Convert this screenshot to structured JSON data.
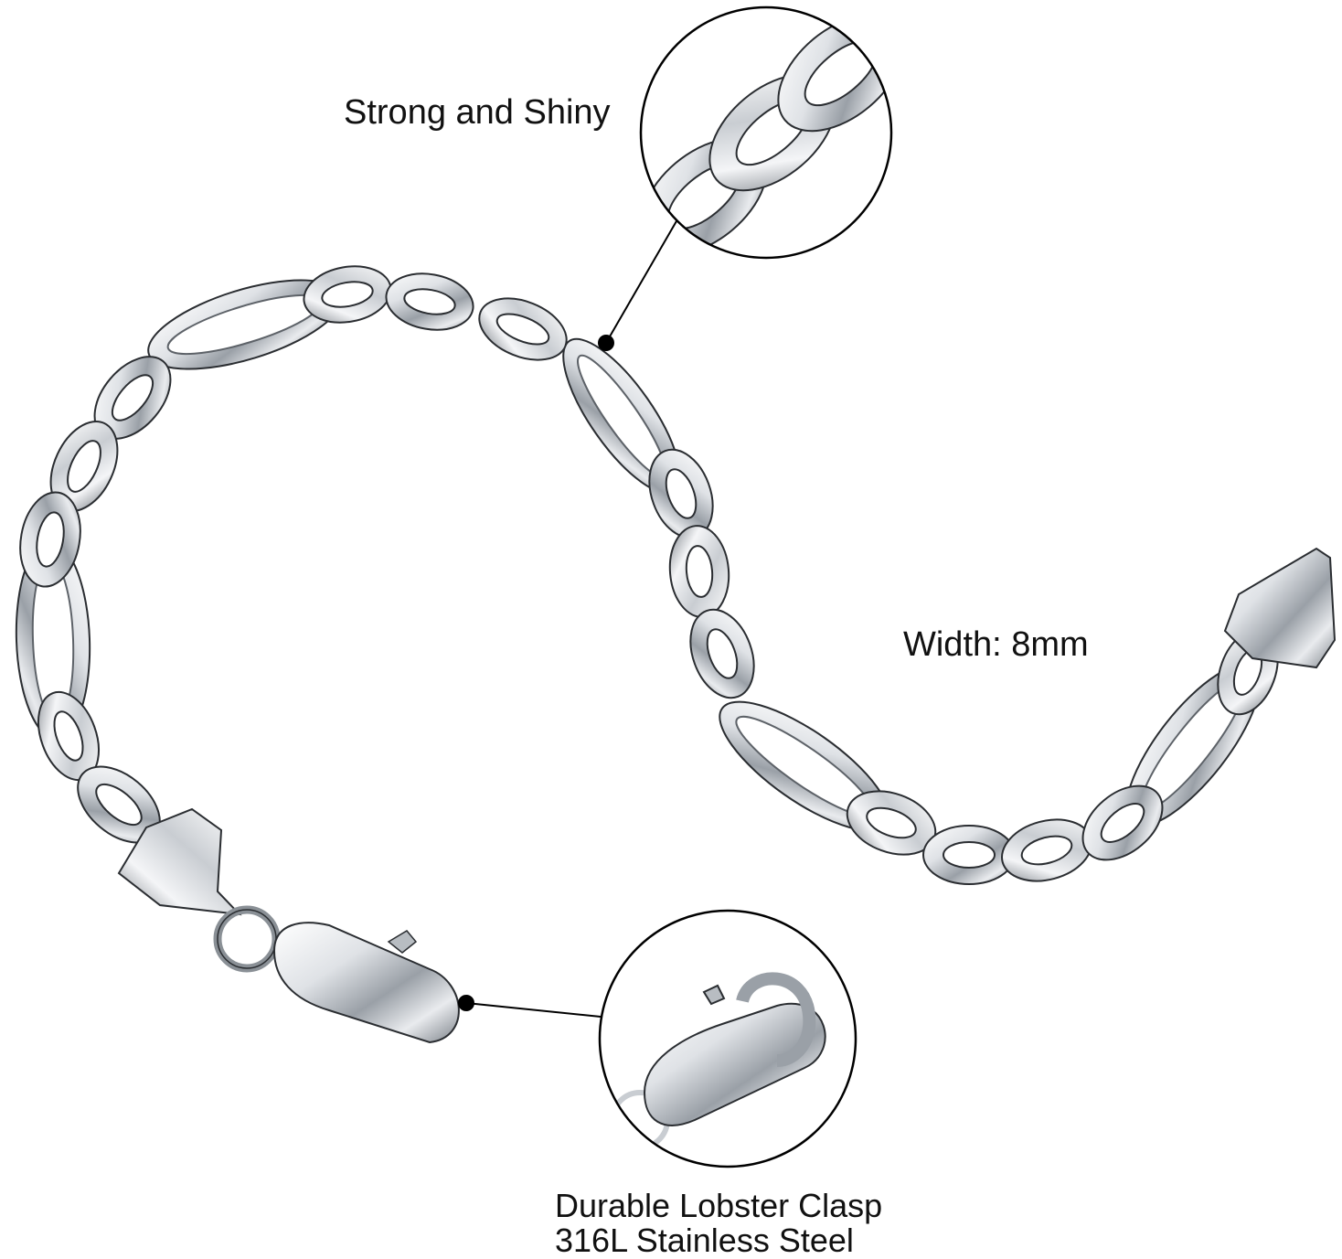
{
  "labels": {
    "strong_and_shiny": "Strong and Shiny",
    "width": "Width: 8mm",
    "clasp_line1": "Durable Lobster Clasp",
    "clasp_line2": "316L Stainless Steel"
  },
  "colors": {
    "background": "#ffffff",
    "metal_light": "#f2f3f5",
    "metal_mid": "#c3c7cc",
    "metal_dark": "#6e737a",
    "outline": "#2a2d31",
    "callout_line": "#000000"
  },
  "callouts": [
    {
      "name": "chain-detail-zoom",
      "depicts": "curb-link-closeup"
    },
    {
      "name": "clasp-detail-zoom",
      "depicts": "lobster-clasp-closeup"
    }
  ]
}
